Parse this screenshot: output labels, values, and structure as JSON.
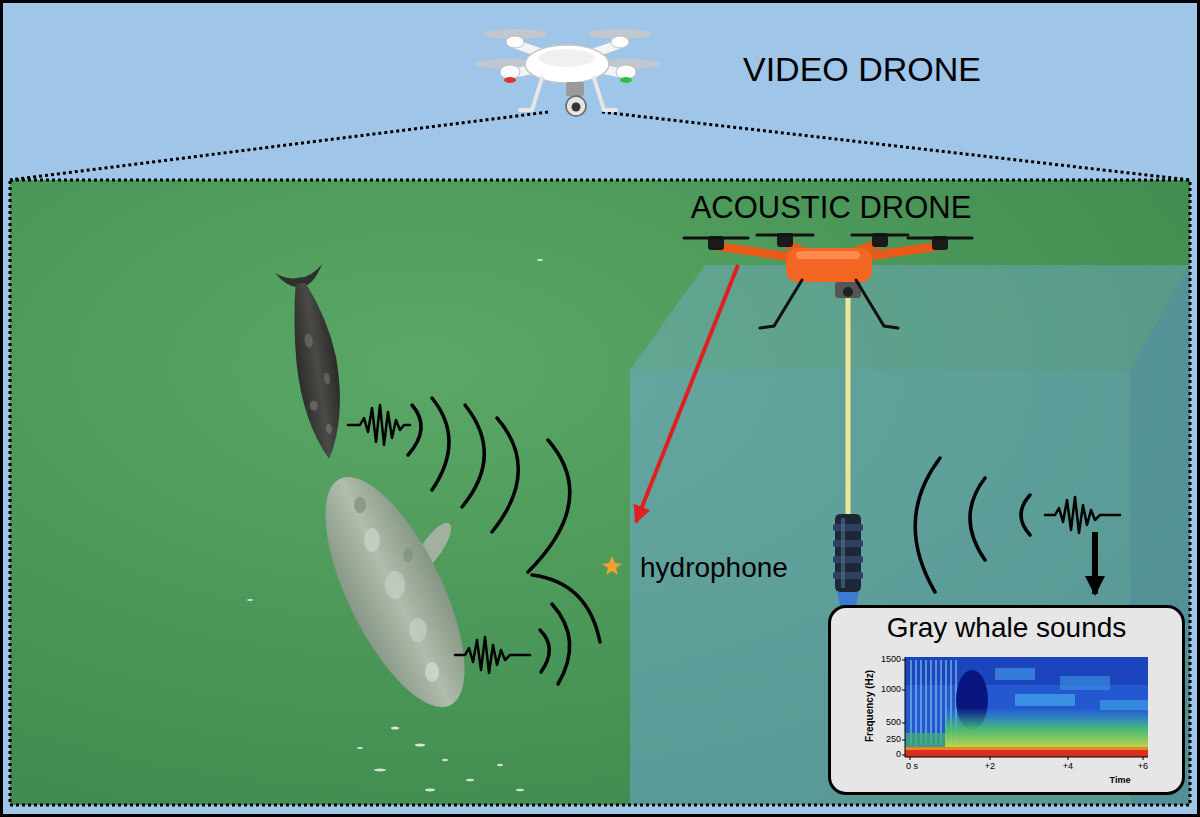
{
  "diagram": {
    "nodes": [
      {
        "text": [
          "Gray whale sounds"
        ]
      }
    ],
    "labels": [
      "VIDEO DRONE",
      "ACOUSTIC DRONE",
      "hydrophone",
      "1500",
      "1000",
      "500",
      "250",
      "0",
      "Frequency (Hz)",
      "0 s",
      "+2",
      "+4",
      "+6",
      "Time"
    ]
  }
}
